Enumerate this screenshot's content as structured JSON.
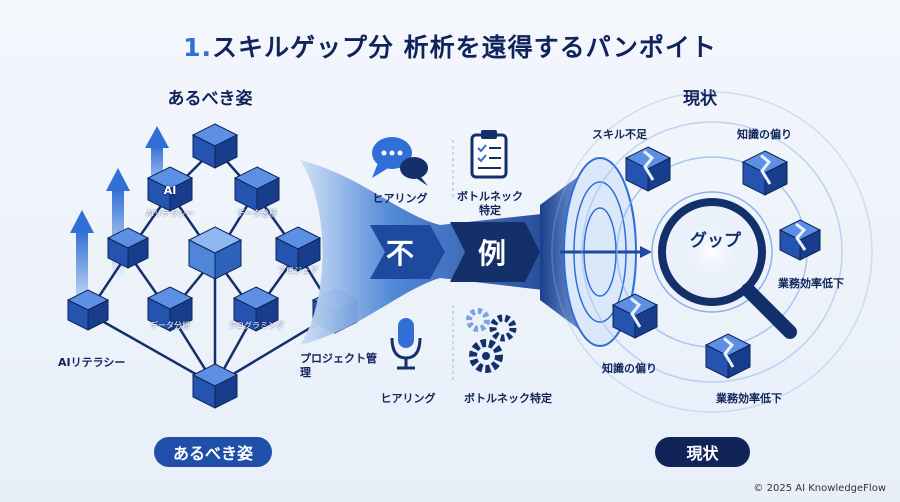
{
  "title": {
    "number": "1.",
    "text": "スキルゲップ分 析析を遠得するパンポイト"
  },
  "left": {
    "heading": "あるべき姿",
    "badge": "あるべき姿",
    "cubes": {
      "ai_top": "AI",
      "ai_top_sub": "AIリテラシー",
      "data_top": "データ分析",
      "project": "プロジェア",
      "data_bottom": "データ分析",
      "programming": "プログラミング"
    },
    "outer_labels": {
      "ai_literacy": "AIリテラシー",
      "project_mgmt": "プロジェクト管\n理"
    }
  },
  "middle": {
    "left_glyph": "不",
    "right_glyph": "例",
    "top_left_label": "ヒアリング",
    "top_right_label": "ボトルネック\n特定",
    "bottom_left_label": "ヒアリング",
    "bottom_right_label": "ボトルネック特定"
  },
  "right": {
    "heading": "現状",
    "badge": "現状",
    "center": "グップ",
    "labels": {
      "skill_shortage": "スキル不足",
      "knowledge_bias_top": "知識の偏り",
      "efficiency_right": "業務効率低下",
      "knowledge_bias_bottom": "知識の偏り",
      "efficiency_bottom": "業務効率低下"
    }
  },
  "footer": "© 2025 AI KnowledgeFlow",
  "colors": {
    "navy": "#10245a",
    "blue": "#2f6fd6",
    "cube_top": "#5d8fe4",
    "cube_left": "#2553b0",
    "cube_right": "#173d8c",
    "badge": "#1f4fa8"
  }
}
